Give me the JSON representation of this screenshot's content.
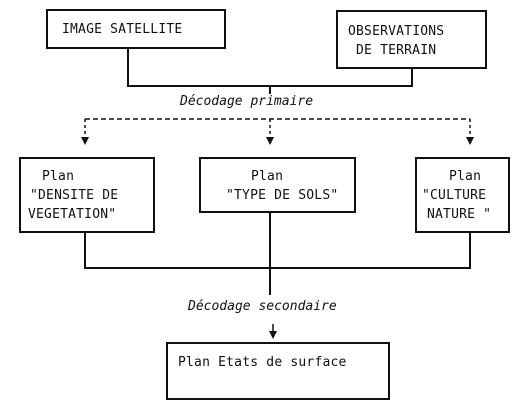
{
  "diagram": {
    "boxes": {
      "image_satellite": {
        "lines": [
          "IMAGE SATELLITE"
        ]
      },
      "observations_terrain": {
        "lines": [
          "OBSERVATIONS",
          "DE TERRAIN"
        ]
      },
      "plan_densite": {
        "lines": [
          "Plan",
          "\"DENSITE DE",
          "VEGETATION\""
        ]
      },
      "plan_type_sols": {
        "lines": [
          "Plan",
          "\"TYPE DE SOLS\""
        ]
      },
      "plan_culture": {
        "lines": [
          "Plan",
          "\"CULTURE",
          "NATURE \""
        ]
      },
      "plan_etats": {
        "lines": [
          "Plan Etats de surface"
        ]
      }
    },
    "labels": {
      "decodage_primaire": "Décodage primaire",
      "decodage_secondaire": "Décodage secondaire"
    },
    "colors": {
      "ink": "#111111",
      "background": "#ffffff"
    }
  }
}
